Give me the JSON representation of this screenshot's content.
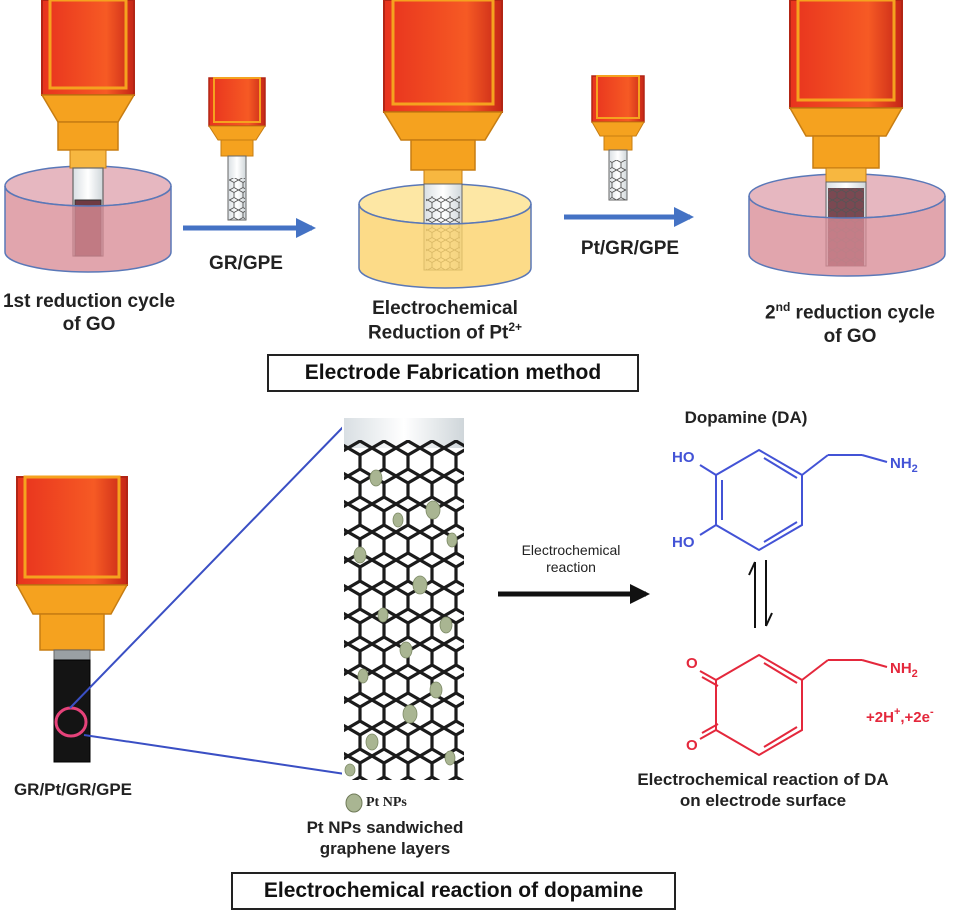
{
  "labels": {
    "step1_line1": "1st reduction cycle",
    "step1_line2": "of GO",
    "arrow1": "GR/GPE",
    "step2_line1": "Electrochemical",
    "step2_line2_text": "Reduction of Pt",
    "step2_line2_sup": "2+",
    "arrow2": "Pt/GR/GPE",
    "step3_num": "2",
    "step3_sup": "nd",
    "step3_line1_rest": " reduction cycle",
    "step3_line2": "of GO",
    "fabrication_title": "Electrode Fabrication method",
    "electrode_label": "GR/Pt/GR/GPE",
    "legend_ptnps": "Pt NPs",
    "sandwich_line1": "Pt NPs sandwiched",
    "sandwich_line2": "graphene layers",
    "reaction_line1": "Electrochemical",
    "reaction_line2": "reaction",
    "dopamine_title": "Dopamine (DA)",
    "ho_top": "HO",
    "ho_bottom": "HO",
    "nh2_top": "NH",
    "nh2_top_sub": "2",
    "o_top": "O",
    "o_bottom": "O",
    "nh2_bottom": "NH",
    "nh2_bottom_sub": "2",
    "products": "+2H",
    "products_sup1": "+",
    "products_mid": ",+2e",
    "products_sup2": "-",
    "surface_line1": "Electrochemical reaction of DA",
    "surface_line2": "on electrode surface",
    "dopamine_section_title": "Electrochemical reaction of dopamine"
  },
  "colors": {
    "electrode_red": "#f4321c",
    "electrode_orange": "#f5a21f",
    "electrode_dark_red": "#c0281a",
    "solution_pink": "#d98c96",
    "solution_yellow": "#fbd26a",
    "arrow_blue": "#4472c4",
    "dopamine_blue": "#4353d6",
    "quinone_red": "#e4283c",
    "np_green": "#a9b592",
    "ring_pink": "#e6427a"
  }
}
